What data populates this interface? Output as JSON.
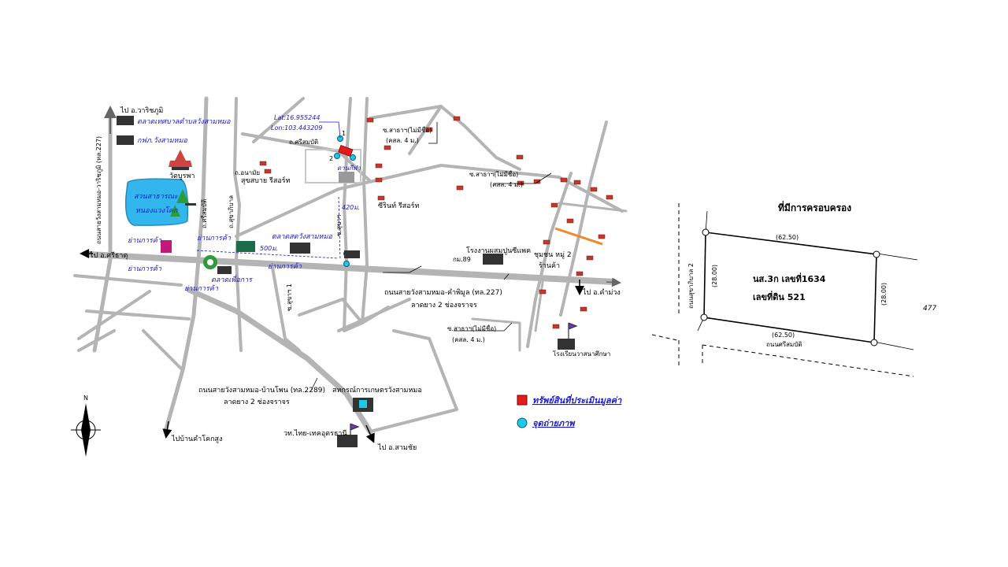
{
  "map": {
    "coords": {
      "lat": "Lat:16.955244",
      "lon": "Lon:103.443209"
    },
    "directions": {
      "warichaphum": "ไป อ.วาริชภูมิ",
      "sriThat": "ไป อ.ศรีธาตุ",
      "khamMuang": "ไป อ.คำม่วง",
      "samChai": "ไป อ.สามชัย",
      "banKhamKhokSung": "ไปบ้านคำโคกสูง"
    },
    "places": {
      "municipalMarket": "ตลาดเทศบาลตำบลวังสามหมอ",
      "waterworks": "กฟภ.วังสามหมอ",
      "watBurapha": "วัดบูรพา",
      "park1": "สวนสาธารณะ",
      "park2": "หนองแวงโคก",
      "susabaiResort": "สุขสบาย รีสอร์ท",
      "tessco": "ตลาดสดวังสามหมอ",
      "farmMarket": "ตลาดเพื่อการ",
      "sirinResort": "ซีรินท์ รีสอร์ท",
      "factory": "โรงงานผสมปูนซีแพค",
      "community": "ชุมชน หมู่ 2",
      "shops": "ร้านค้า",
      "school": "โรงเรียนวาสนาศึกษา",
      "coop": "สหกรณ์การเกษตรวังสามหมอ",
      "college": "วท.ไทย-เทคอุดรธานี",
      "propertySmall": "ดานกีฬา"
    },
    "commerce": {
      "c1": "ย่านการค้า",
      "c2": "ย่านการค้า",
      "c3": "ย่านการค้า",
      "c4": "ย่านการค้า",
      "c5": "ย่านการค้า"
    },
    "roads": {
      "r1": "ถนนสายวังสามหมอ-วาริชภูมิ (ทล.227)",
      "sriSombat": "ถ.ศรีสมบัติ",
      "rSoi1": "ถ.อนามัย",
      "rSoi2": "ถ.ศรีสมบัติ",
      "rSoi3": "ถ.สุขาภิบาล",
      "rSoi4": "ซ.สุขาฯ",
      "rSoi5": "ซ.สุขาฯ 1"
    },
    "alleys": {
      "a1": "ซ.สาธาฯ(ไม่มีชื่อ)",
      "a1sub": "(คสล. 4 ม.)",
      "a2": "ซ.สาธาฯ(ไม่มีชื่อ)",
      "a2sub": "(คสล. 4 ม.)",
      "a3": "ซ.สาธาฯ(ไม่มีชื่อ)",
      "a3sub": "(คสล. 4 ม.)"
    },
    "distances": {
      "d1": "500ม.",
      "d2": "420ม.",
      "km": "กม.89"
    },
    "mainRoad": {
      "name": "ถนนสายวังสามหมอ-คำพิมูล (ทล.227)",
      "desc": "ลาดยาง 2 ช่องจราจร"
    },
    "southRoad": {
      "name": "ถนนสายวังสามหมอ-บ้านโพน (ทล.2289)",
      "desc": "ลาดยาง 2 ช่องจราจร"
    },
    "legend": {
      "property": "ทรัพย์สินที่ประเมินมูลค่า",
      "photo": "จุดถ่ายภาพ"
    },
    "compass": "N",
    "photoNums": {
      "p1": "1",
      "p2": "2"
    },
    "colors": {
      "road": "#b4b4b4",
      "property": "#e51b1b",
      "photo": "#1ec8e8",
      "labelBlue": "#1a1acc",
      "water": "#33b5ee",
      "alley": "#f08a24"
    }
  },
  "plot": {
    "title": "ที่มีการครอบครอง",
    "deed": "นส.3ก เลขที่1634",
    "landNo": "เลขที่ดิน 521",
    "top": "(62.50)",
    "bottom": "(62.50)",
    "left": "(28.00)",
    "right": "(28.00)",
    "leftRoad": "ถนนสุขาภิบาล 2",
    "bottomRoad": "ถนนศรีสมบัติ",
    "neighbor": "477"
  }
}
